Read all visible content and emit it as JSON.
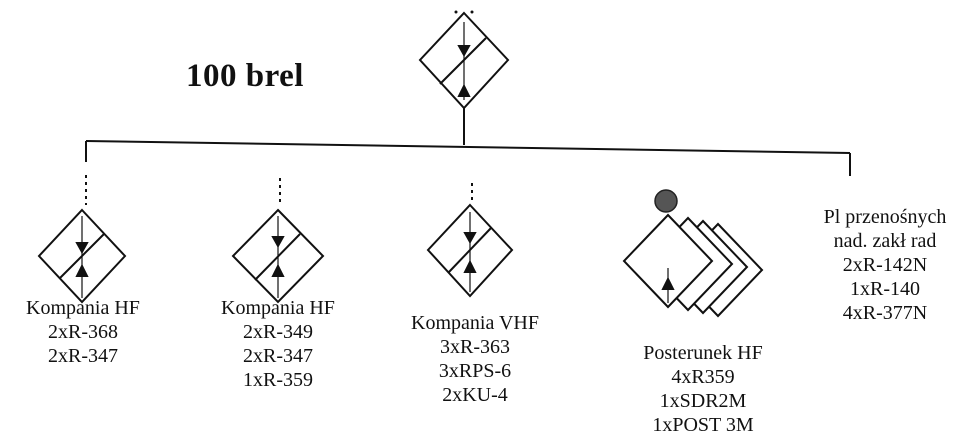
{
  "title": "100 brel",
  "units": [
    {
      "name": "Kompania HF",
      "equipment": [
        "2xR-368",
        "2xR-347"
      ]
    },
    {
      "name": "Kompania HF",
      "equipment": [
        "2xR-349",
        "2xR-347",
        "1xR-359"
      ]
    },
    {
      "name": "Kompania VHF",
      "equipment": [
        "3xR-363",
        "3xRPS-6",
        "2xKU-4"
      ]
    },
    {
      "name": "Posterunek HF",
      "equipment": [
        "4xR359",
        "1xSDR2M",
        "1xPOST 3M"
      ]
    },
    {
      "name": "Pl przenośnych",
      "equipment": [
        "nad. zakł rad",
        "2xR-142N",
        "1xR-140",
        "4xR-377N"
      ]
    }
  ]
}
